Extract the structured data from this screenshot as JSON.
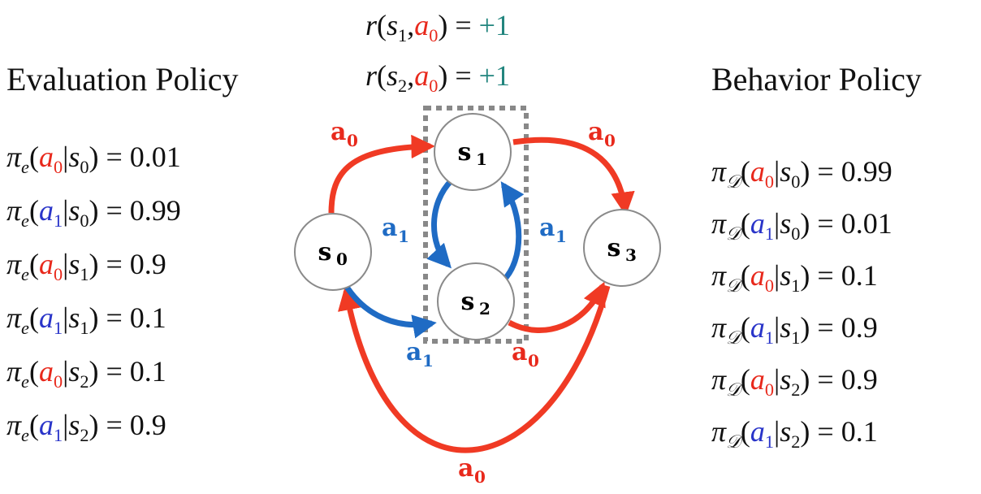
{
  "rewards": [
    {
      "fn": "r",
      "state": "s",
      "state_idx": "1",
      "action": "a",
      "action_idx": "0",
      "value": "+1"
    },
    {
      "fn": "r",
      "state": "s",
      "state_idx": "2",
      "action": "a",
      "action_idx": "0",
      "value": "+1"
    }
  ],
  "left": {
    "title": "Evaluation Policy",
    "policy_symbol": "π",
    "policy_sub": "e",
    "rows": [
      {
        "action_idx": "0",
        "state_idx": "0",
        "value": "0.01"
      },
      {
        "action_idx": "1",
        "state_idx": "0",
        "value": "0.99"
      },
      {
        "action_idx": "0",
        "state_idx": "1",
        "value": "0.9"
      },
      {
        "action_idx": "1",
        "state_idx": "1",
        "value": "0.1"
      },
      {
        "action_idx": "0",
        "state_idx": "2",
        "value": "0.1"
      },
      {
        "action_idx": "1",
        "state_idx": "2",
        "value": "0.9"
      }
    ]
  },
  "right": {
    "title": "Behavior Policy",
    "policy_symbol": "π",
    "policy_sub": "𝒟",
    "rows": [
      {
        "action_idx": "0",
        "state_idx": "0",
        "value": "0.99"
      },
      {
        "action_idx": "1",
        "state_idx": "0",
        "value": "0.01"
      },
      {
        "action_idx": "0",
        "state_idx": "1",
        "value": "0.1"
      },
      {
        "action_idx": "1",
        "state_idx": "1",
        "value": "0.9"
      },
      {
        "action_idx": "0",
        "state_idx": "2",
        "value": "0.9"
      },
      {
        "action_idx": "1",
        "state_idx": "2",
        "value": "0.1"
      }
    ]
  },
  "diagram": {
    "nodes": [
      {
        "id": "s0",
        "letter": "s",
        "idx": "0"
      },
      {
        "id": "s1",
        "letter": "s",
        "idx": "1"
      },
      {
        "id": "s2",
        "letter": "s",
        "idx": "2"
      },
      {
        "id": "s3",
        "letter": "s",
        "idx": "3"
      }
    ],
    "edge_labels": [
      {
        "id": "s0-s1",
        "letter": "a",
        "idx": "0",
        "color": "red"
      },
      {
        "id": "s1-s3",
        "letter": "a",
        "idx": "0",
        "color": "red"
      },
      {
        "id": "s1-s2",
        "letter": "a",
        "idx": "1",
        "color": "blue"
      },
      {
        "id": "s2-s1",
        "letter": "a",
        "idx": "1",
        "color": "blue"
      },
      {
        "id": "s0-s2",
        "letter": "a",
        "idx": "1",
        "color": "blue"
      },
      {
        "id": "s2-s3",
        "letter": "a",
        "idx": "0",
        "color": "red"
      },
      {
        "id": "s3-s0",
        "letter": "a",
        "idx": "0",
        "color": "red"
      }
    ]
  },
  "colors": {
    "action0": "#e8291c",
    "action1_text": "#2a35c9",
    "action1_arrow": "#1f6bc4",
    "edge_red": "#f03a24",
    "reward": "#22857e",
    "node_stroke": "#8a8a8a",
    "dashed_box": "#888888"
  }
}
